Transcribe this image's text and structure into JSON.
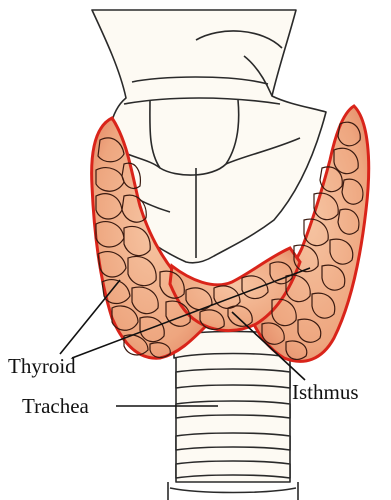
{
  "labels": {
    "thyroid": "Thyroid",
    "trachea": "Trachea",
    "isthmus": "Isthmus"
  },
  "colors": {
    "gland_fill": "#eea67f",
    "gland_edge": "#d9241a",
    "lobule_stroke": "#3a1a10",
    "cartilage_fill": "#fdfaf3",
    "outline": "#2a2a2a"
  }
}
